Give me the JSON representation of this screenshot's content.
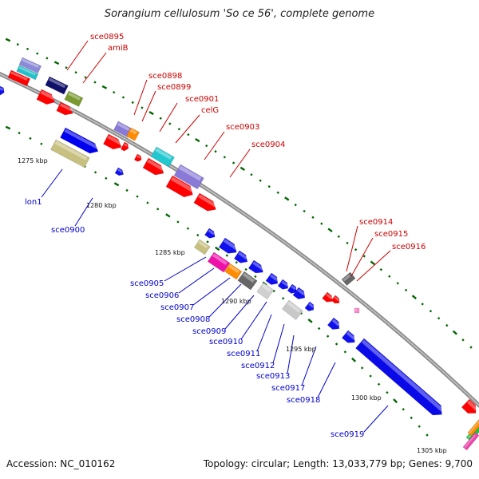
{
  "title": "Sorangium cellulosum 'So ce 56', complete genome",
  "footer": {
    "accession": "Accession: NC_010162",
    "summary": "Topology: circular; Length: 13,033,779 bp; Genes: 9,700"
  },
  "colors": {
    "top_label": "#cc0000",
    "bottom_label": "#0000cc",
    "tick": "#006600",
    "backbone": "#999999"
  },
  "ruler": [
    "1275 kbp",
    "1280 kbp",
    "1285 kbp",
    "1290 kbp",
    "1295 kbp",
    "1300 kbp",
    "1305 kbp"
  ],
  "top_genes": [
    "sce0895",
    "amiB",
    "sce0898",
    "sce0899",
    "sce0901",
    "celG",
    "sce0903",
    "sce0904",
    "sce0914",
    "sce0915",
    "sce0916"
  ],
  "bottom_genes": [
    "lon1",
    "sce0900",
    "sce0905",
    "sce0906",
    "sce0907",
    "sce0908",
    "sce0909",
    "sce0910",
    "sce0911",
    "sce0912",
    "sce0913",
    "sce0917",
    "sce0918",
    "sce0919"
  ]
}
